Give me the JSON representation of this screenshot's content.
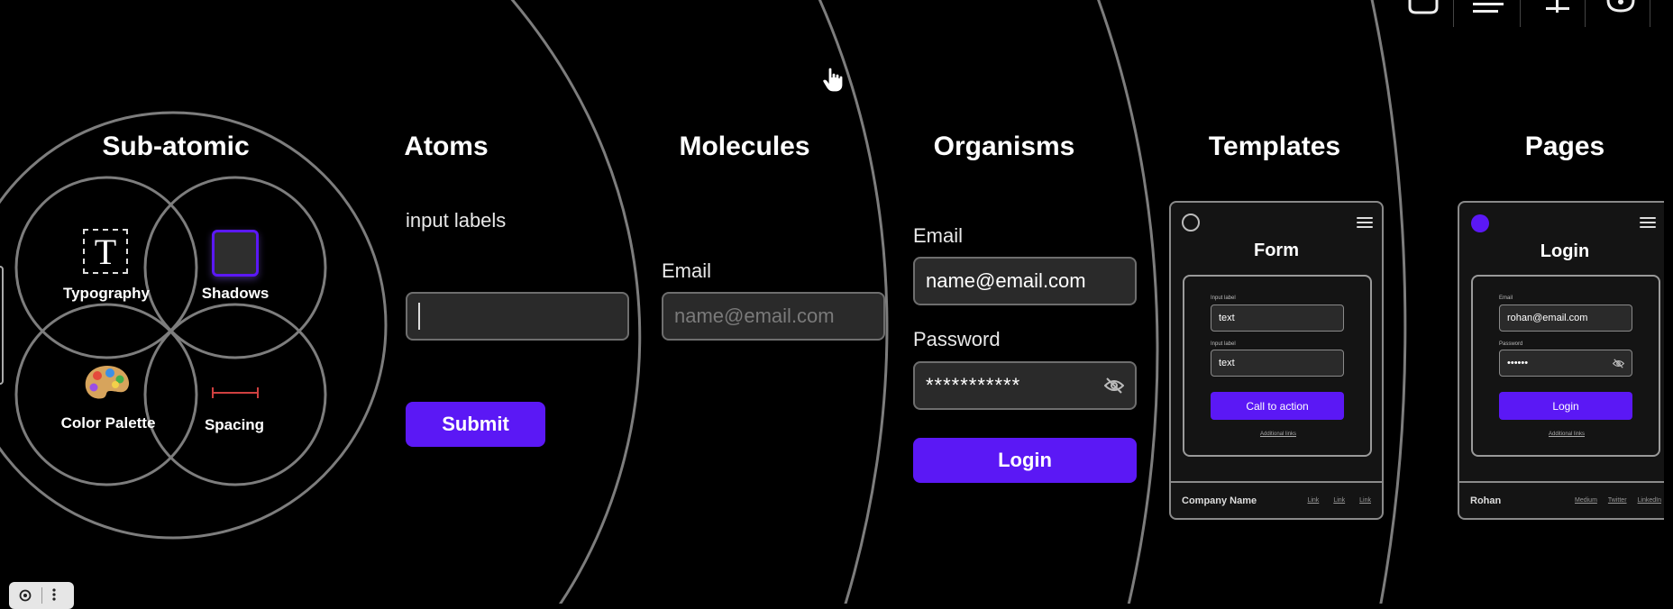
{
  "stages": {
    "subatomic": "Sub-atomic",
    "atoms": "Atoms",
    "molecules": "Molecules",
    "organisms": "Organisms",
    "templates": "Templates",
    "pages": "Pages"
  },
  "subatomic": {
    "typography_glyph": "T",
    "typography": "Typography",
    "shadows": "Shadows",
    "color_palette": "Color Palette",
    "spacing": "Spacing"
  },
  "atoms": {
    "label_text": "input labels",
    "input_value": "",
    "submit": "Submit"
  },
  "molecules": {
    "email_label": "Email",
    "email_placeholder": "name@email.com"
  },
  "organisms": {
    "email_label": "Email",
    "email_value": "name@email.com",
    "password_label": "Password",
    "password_value": "***********",
    "login": "Login"
  },
  "templates": {
    "title": "Form",
    "label1": "Input label",
    "field1": "text",
    "label2": "Input label",
    "field2": "text",
    "cta": "Call to action",
    "link": "Additional links",
    "footer_name": "Company Name",
    "footer_links": [
      "Link",
      "Link",
      "Link"
    ]
  },
  "pages": {
    "title": "Login",
    "label1": "Email",
    "email": "rohan@email.com",
    "label2": "Password",
    "password": "••••••",
    "login": "Login",
    "link": "Additional links",
    "footer_name": "Rohan",
    "footer_links": [
      "Medium",
      "Twitter",
      "LinkedIn"
    ]
  },
  "colors": {
    "accent": "#5b18f5",
    "background": "#000000",
    "arc": "#8a8a8a",
    "spacing_marker": "#d04040"
  },
  "icons": [
    "comment-icon",
    "align-icon",
    "plus-icon",
    "compass-icon",
    "eye-off-icon",
    "menu-icon",
    "palette-icon",
    "camera-icon",
    "more-icon",
    "hand-cursor-icon"
  ]
}
